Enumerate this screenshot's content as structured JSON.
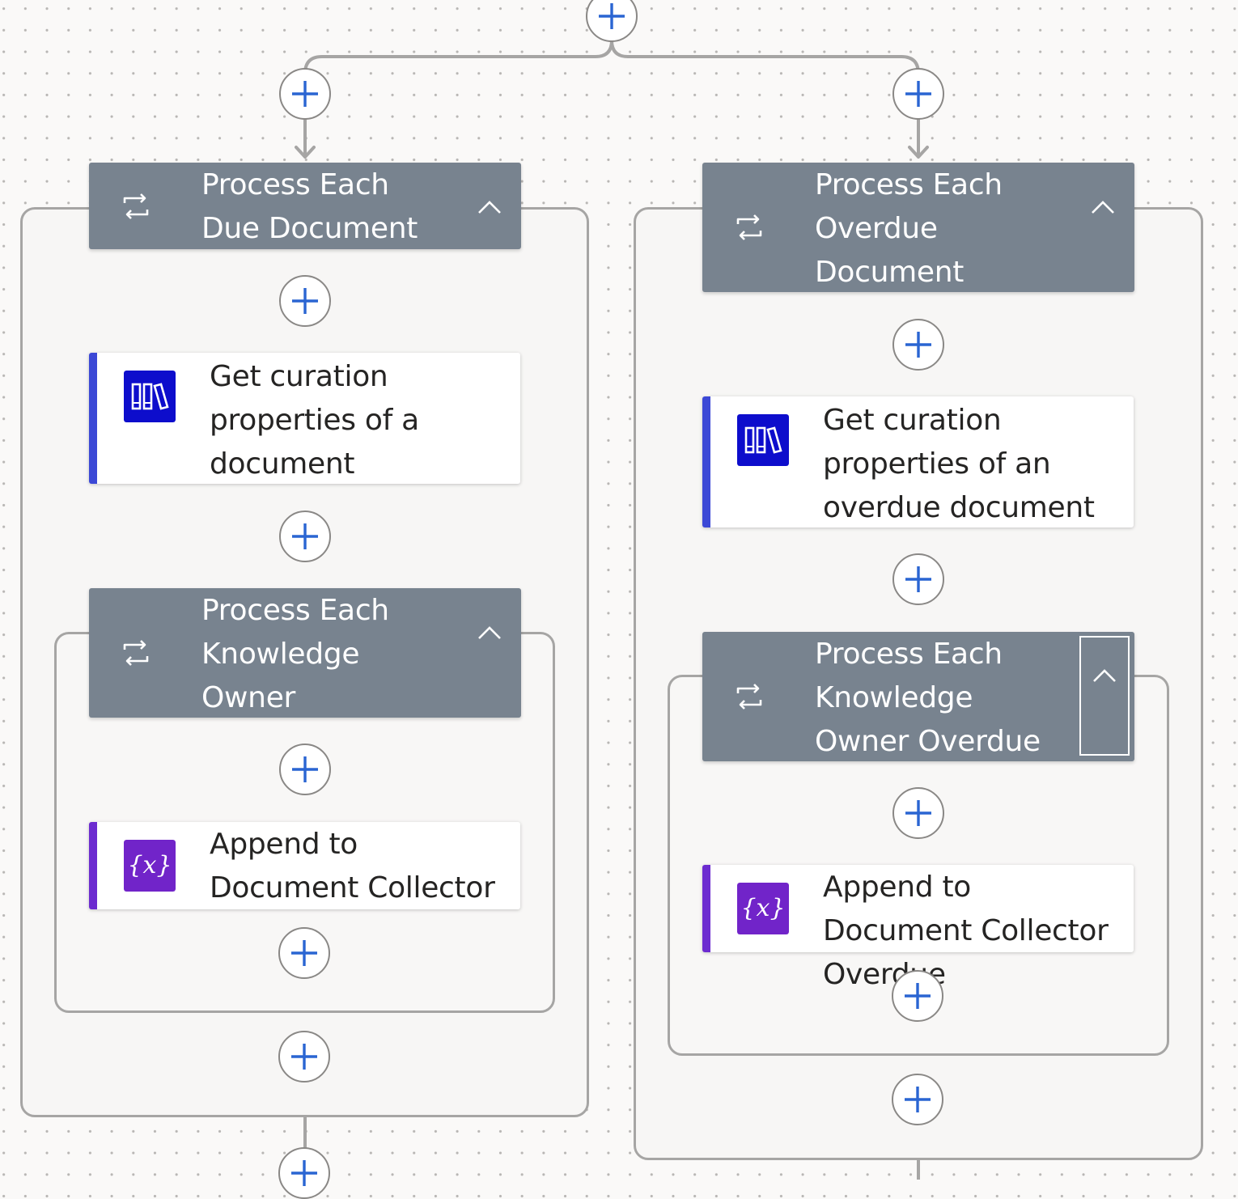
{
  "flow": {
    "branch_left": {
      "loop_title": "Process Each Due Document",
      "action_title": "Get curation properties of a document",
      "inner_loop_title": "Process Each Knowledge Owner",
      "inner_action_title": "Append to Document Collector"
    },
    "branch_right": {
      "loop_title": "Process Each Overdue Document",
      "action_title": "Get curation properties of an overdue document",
      "inner_loop_title": "Process Each Knowledge Owner Overdue",
      "inner_action_title": "Append to Document Collector Overdue"
    }
  },
  "icons": {
    "loop": "loop-icon",
    "collapse": "chevron-up-icon",
    "add": "plus-icon",
    "library": "library-books-icon",
    "variable": "variable-x-icon"
  },
  "colors": {
    "loop_header": "#78838f",
    "library_icon_bg": "#0d0dcc",
    "library_accent": "#3b48d6",
    "variable_icon_bg": "#7124c9",
    "variable_accent": "#6c2bd0",
    "plus_icon": "#2a65d2",
    "connector": "#a6a5a4"
  }
}
